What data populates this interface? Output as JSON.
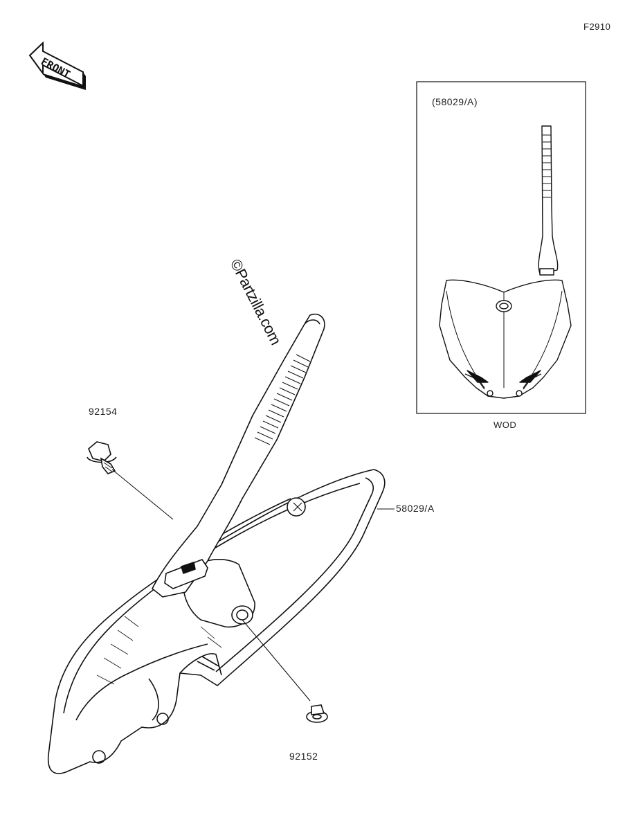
{
  "figure": {
    "code": "F2910"
  },
  "orientation": {
    "front_label": "FRONT"
  },
  "watermark": "©Partzilla.com",
  "parts": [
    {
      "number": "92154"
    },
    {
      "number": "58029/A"
    },
    {
      "number": "92152"
    }
  ],
  "inset": {
    "title": "(58029/A)",
    "subtitle": "WOD"
  }
}
